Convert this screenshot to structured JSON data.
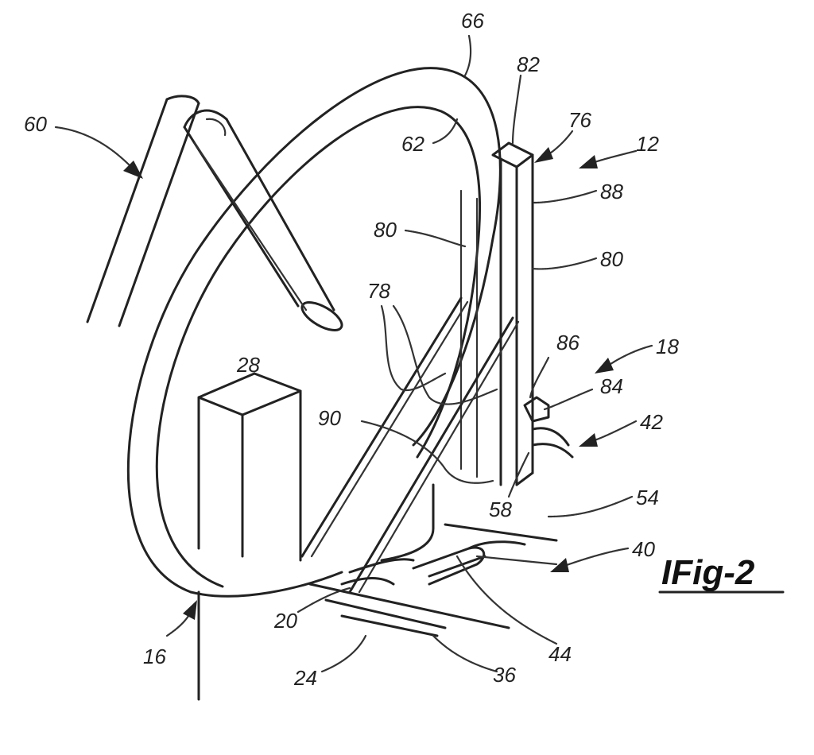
{
  "figure": {
    "caption": "IFig-2",
    "reference_numerals": {
      "r66": "66",
      "r82": "82",
      "r76": "76",
      "r12": "12",
      "r60": "60",
      "r62": "62",
      "r88": "88",
      "r80a": "80",
      "r80b": "80",
      "r78": "78",
      "r28": "28",
      "r86": "86",
      "r18": "18",
      "r84": "84",
      "r90": "90",
      "r42": "42",
      "r58": "58",
      "r54": "54",
      "r40": "40",
      "r20": "20",
      "r44": "44",
      "r16": "16",
      "r36": "36",
      "r24": "24"
    }
  }
}
